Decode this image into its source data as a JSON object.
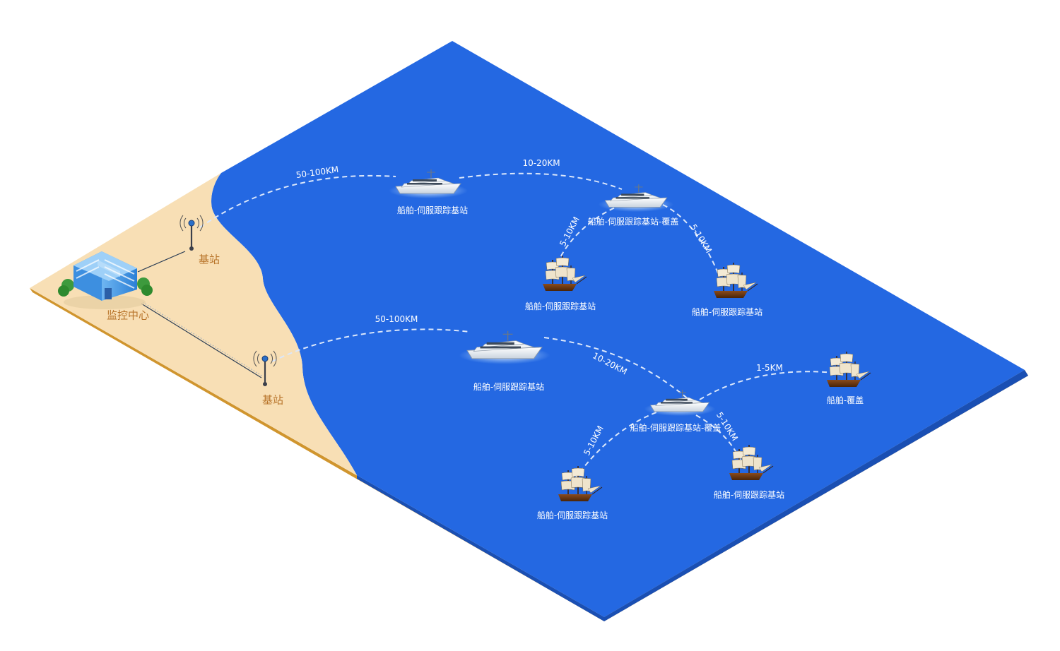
{
  "colors": {
    "sea": "#2468e2",
    "sea_edge": "#1a4fb3",
    "sand": "#f8dfb5",
    "sand_edge": "#d0952e",
    "link": "#dbe7fb",
    "land_text": "#b8742a"
  },
  "nodes": {
    "center": {
      "label": "监控中心",
      "icon": "building-icon"
    },
    "station1": {
      "label": "基站",
      "icon": "antenna-tower-icon"
    },
    "station2": {
      "label": "基站",
      "icon": "antenna-tower-icon"
    },
    "yachtA": {
      "label": "船舶-伺服跟踪基站",
      "icon": "yacht-icon"
    },
    "yachtB": {
      "label": "船舶-伺服跟踪基站-覆盖",
      "icon": "yacht-icon"
    },
    "shipB1": {
      "label": "船舶-伺服跟踪基站",
      "icon": "sailing-ship-icon"
    },
    "shipB2": {
      "label": "船舶-伺服跟踪基站",
      "icon": "sailing-ship-icon"
    },
    "yachtC": {
      "label": "船舶-伺服跟踪基站",
      "icon": "yacht-icon"
    },
    "yachtD": {
      "label": "船舶-伺服跟踪基站-覆盖",
      "icon": "yacht-icon"
    },
    "shipD1": {
      "label": "船舶-覆盖",
      "icon": "sailing-ship-icon"
    },
    "shipD2": {
      "label": "船舶-伺服跟踪基站",
      "icon": "sailing-ship-icon"
    },
    "shipD3": {
      "label": "船舶-伺服跟踪基站",
      "icon": "sailing-ship-icon"
    }
  },
  "links": [
    {
      "from": "station1",
      "to": "yachtA",
      "label": "50-100KM"
    },
    {
      "from": "yachtA",
      "to": "yachtB",
      "label": "10-20KM"
    },
    {
      "from": "yachtB",
      "to": "shipB1",
      "label": "5-10KM"
    },
    {
      "from": "yachtB",
      "to": "shipB2",
      "label": "5-10KM"
    },
    {
      "from": "station2",
      "to": "yachtC",
      "label": "50-100KM"
    },
    {
      "from": "yachtC",
      "to": "yachtD",
      "label": "10-20KM"
    },
    {
      "from": "yachtD",
      "to": "shipD1",
      "label": "1-5KM"
    },
    {
      "from": "yachtD",
      "to": "shipD2",
      "label": "5-10KM"
    },
    {
      "from": "yachtD",
      "to": "shipD3",
      "label": "5-10KM"
    }
  ]
}
